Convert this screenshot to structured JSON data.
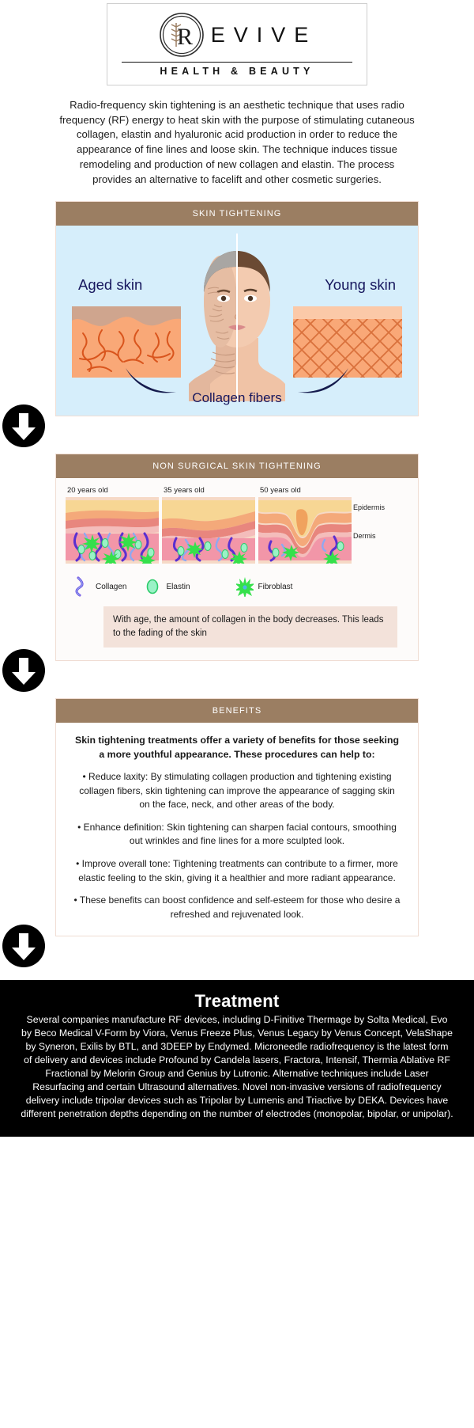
{
  "logo": {
    "wordmark": "EVIVE",
    "subtitle": "HEALTH & BEAUTY",
    "monogram": "R"
  },
  "intro": {
    "text": "Radio-frequency skin tightening is an aesthetic technique that uses radio frequency (RF) energy to heat skin with the purpose of stimulating cutaneous collagen, elastin and hyaluronic acid production in order to reduce the appearance of fine lines and loose skin. The technique induces tissue remodeling and production of new collagen and elastin. The process provides an alternative to facelift and other cosmetic surgeries."
  },
  "section_skin_tightening": {
    "header": "SKIN TIGHTENING",
    "left_label": "Aged skin",
    "right_label": "Young skin",
    "caption": "Collagen fibers"
  },
  "section_non_surgical": {
    "header": "NON SURGICAL SKIN TIGHTENING",
    "ages": [
      {
        "label": "20 years old"
      },
      {
        "label": "35 years old"
      },
      {
        "label": "50 years old"
      }
    ],
    "layers": {
      "epidermis": "Epidermis",
      "dermis": "Dermis"
    },
    "legend": [
      {
        "name": "Collagen",
        "icon": "collagen-fiber-icon"
      },
      {
        "name": "Elastin",
        "icon": "elastin-oval-icon"
      },
      {
        "name": "Fibroblast",
        "icon": "fibroblast-star-icon"
      }
    ],
    "note": "With age, the amount of collagen in the body decreases. This leads to the fading of the skin"
  },
  "section_benefits": {
    "header": "BENEFITS",
    "lead": "Skin tightening treatments offer a variety of benefits for those seeking a more youthful appearance. These procedures can help to:",
    "items": [
      "• Reduce laxity: By stimulating collagen production and tightening existing collagen fibers, skin tightening can improve the appearance of sagging skin on the face, neck, and other areas of the body.",
      "• Enhance definition: Skin tightening can sharpen facial contours, smoothing out wrinkles and fine lines for a more sculpted look.",
      "• Improve overall tone: Tightening treatments can contribute to a firmer, more elastic feeling to the skin, giving it a healthier and more radiant appearance.",
      "• These benefits can boost confidence and self-esteem for those who desire a refreshed and rejuvenated look."
    ]
  },
  "footer": {
    "title": "Treatment",
    "body": "Several companies manufacture RF devices, including D-Finitive Thermage by Solta Medical, Evo by Beco Medical V-Form by Viora, Venus Freeze Plus, Venus Legacy by Venus Concept, VelaShape by Syneron, Exilis by BTL, and 3DEEP by Endymed. Microneedle radiofrequency is the latest form of delivery and devices include Profound by Candela lasers, Fractora, Intensif, Thermia Ablative RF Fractional by Melorin Group and Genius by Lutronic. Alternative techniques include Laser Resurfacing and certain Ultrasound alternatives. Novel non-invasive versions of radiofrequency delivery include tripolar devices such as Tripolar by Lumenis and Triactive by DEKA. Devices have different penetration depths depending on the number of electrodes (monopolar, bipolar, or unipolar)."
  },
  "colors": {
    "header_brown": "#9b7e62",
    "panel_blue": "#d6eefb",
    "note_pink": "#f3e2da",
    "navy_text": "#17175e",
    "footer_bg": "#000000"
  }
}
